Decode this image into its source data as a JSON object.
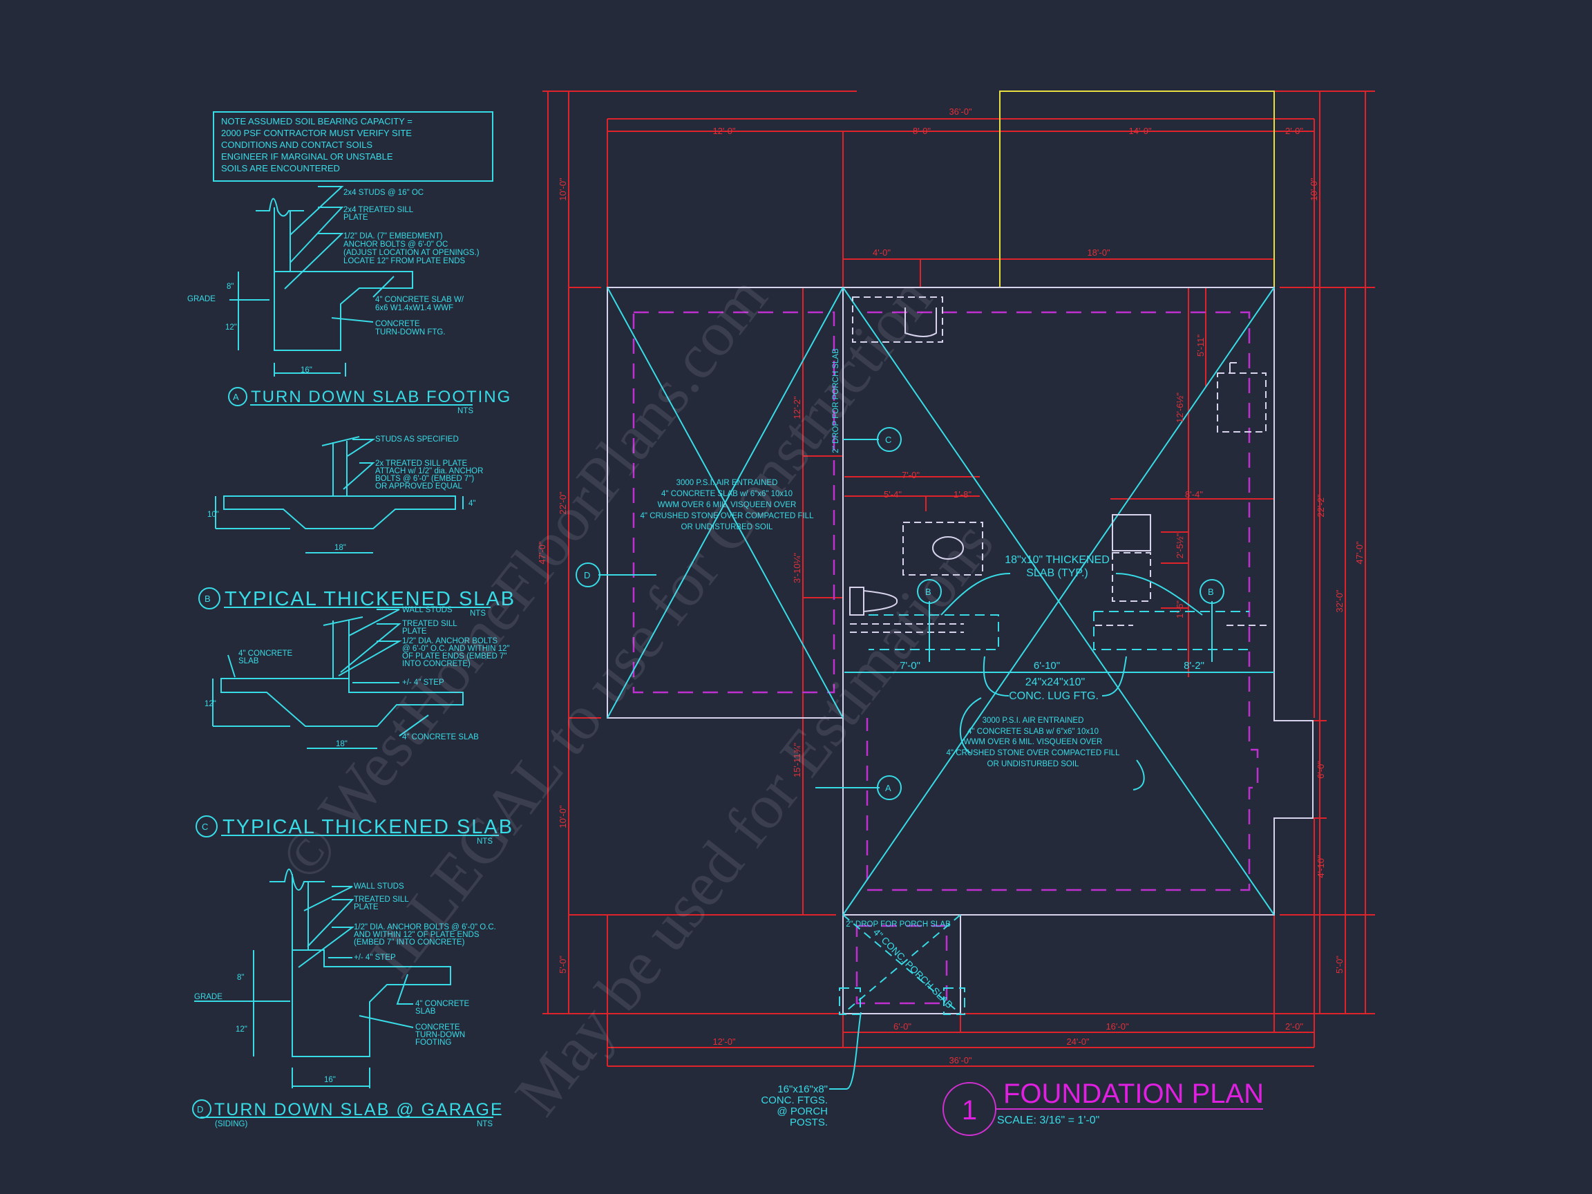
{
  "note": [
    "NOTE ASSUMED SOIL BEARING CAPACITY =",
    "2000 PSF CONTRACTOR MUST VERIFY SITE",
    "CONDITIONS AND CONTACT SOILS",
    "ENGINEER IF MARGINAL OR UNSTABLE",
    "SOILS ARE ENCOUNTERED"
  ],
  "detail_a": {
    "tag": "A",
    "title": "TURN DOWN SLAB FOOTING",
    "scale": "NTS",
    "studs": "2x4 STUDS @ 16\" OC",
    "sill": [
      "2x4 TREATED SILL",
      "PLATE"
    ],
    "bolts": [
      "1/2\" DIA. (7\" EMBEDMENT)",
      "ANCHOR BOLTS @ 6'-0\" OC",
      "(ADJUST LOCATION AT OPENINGS.)",
      "LOCATE 12\" FROM PLATE ENDS"
    ],
    "slab": [
      "4\" CONCRETE SLAB W/",
      "6x6 W1.4xW1.4 WWF"
    ],
    "footing": [
      "CONCRETE",
      "TURN-DOWN FTG."
    ],
    "grade": "GRADE",
    "dim_8": "8\"",
    "dim_12": "12\"",
    "dim_16": "16\""
  },
  "detail_b": {
    "tag": "B",
    "title": "TYPICAL THICKENED SLAB",
    "scale": "NTS",
    "studs": "STUDS AS SPECIFIED",
    "sill": [
      "2x  TREATED SILL PLATE",
      "ATTACH w/ 1/2\" dia. ANCHOR",
      "BOLTS @ 6'-0\" (EMBED 7\")",
      "OR APPROVED EQUAL"
    ],
    "dim_10": "10\"",
    "dim_4": "4\"",
    "dim_18": "18\""
  },
  "detail_c": {
    "tag": "C",
    "title": "TYPICAL THICKENED SLAB",
    "scale": "NTS",
    "studs": "WALL STUDS",
    "sill": [
      "TREATED SILL",
      "PLATE"
    ],
    "bolts": [
      "1/2\" DIA. ANCHOR BOLTS",
      "@ 6'-0\" O.C. AND WITHIN 12\"",
      "OF PLATE ENDS (EMBED 7\"",
      "INTO CONCRETE)"
    ],
    "step": "+/- 4\" STEP",
    "slab_left": [
      "4\" CONCRETE",
      "SLAB"
    ],
    "slab_right": "4\" CONCRETE SLAB",
    "dim_12": "12\"",
    "dim_18": "18\""
  },
  "detail_d": {
    "tag": "D",
    "title": "TURN DOWN SLAB @ GARAGE",
    "subtitle": "(SIDING)",
    "scale": "NTS",
    "studs": "WALL STUDS",
    "sill": [
      "TREATED SILL",
      "PLATE"
    ],
    "bolts": [
      "1/2\" DIA. ANCHOR BOLTS @ 6'-0\" O.C.",
      "AND WITHIN 12\" OF PLATE ENDS",
      "(EMBED 7\" INTO CONCRETE)"
    ],
    "step": "+/- 4\" STEP",
    "slab": [
      "4\" CONCRETE",
      "SLAB"
    ],
    "footing": [
      "CONCRETE",
      "TURN-DOWN",
      "FOOTING"
    ],
    "grade": "GRADE",
    "dim_8": "8\"",
    "dim_12": "12\"",
    "dim_16": "16\""
  },
  "plan": {
    "title": "FOUNDATION PLAN",
    "number": "1",
    "scale": "SCALE: 3/16\" = 1'-0\"",
    "slab_note": [
      "3000 P.S.I. AIR ENTRAINED",
      "4\" CONCRETE SLAB w/ 6\"x6\" 10x10",
      "WWM OVER 6 MIL. VISQUEEN OVER",
      "4\" CRUSHED STONE OVER COMPACTED FILL",
      "OR UNDISTURBED SOIL"
    ],
    "porch_drop": "2\" DROP FOR PORCH SLAB",
    "porch_slab": "4\" CONC. PORCH SLAB",
    "thickened": [
      "18\"x10\" THICKENED",
      "SLAB (TYP.)"
    ],
    "lug": [
      "24\"x24\"x10\"",
      "CONC. LUG FTG."
    ],
    "post_ftg": [
      "16\"x16\"x8\"",
      "CONC. FTGS.",
      "@ PORCH",
      "POSTS."
    ],
    "section_tags": {
      "a": "A",
      "b": "B",
      "c": "C",
      "d": "D"
    },
    "dims_top": {
      "overall": "36'-0\"",
      "d1": "12'-0\"",
      "d2": "8'-0\"",
      "d3": "14'-0\"",
      "d4": "2'-0\"",
      "d5": "4'-0\"",
      "d6": "18'-0\""
    },
    "dims_bottom": {
      "d1": "6'-0\"",
      "d2": "16'-0\"",
      "d3": "2'-0\"",
      "d4": "12'-0\"",
      "d5": "24'-0\"",
      "overall": "36'-0\""
    },
    "dims_left": {
      "overall": "47'-0\"",
      "d1": "10'-0\"",
      "d2": "22'-0\"",
      "d3": "10'-0\"",
      "d4": "5'-0\""
    },
    "dims_right": {
      "overall": "47'-0\"",
      "d32": "32'-0\"",
      "d1": "10'-0\"",
      "d2": "22'-2\"",
      "d3": "6'-0\"",
      "d4": "4'-10\"",
      "d5": "5'-0\""
    },
    "dims_interior": {
      "a": "12'-2\"",
      "b": "3'-10¼\"",
      "c": "15'-11¾\"",
      "d": "7'-0\"",
      "e": "5'-4\"",
      "f": "1'-8\"",
      "g": "8'-4\"",
      "h": "5'-11\"",
      "i": "12'-6½\"",
      "j": "2'-5½\"",
      "k": "1'-6\""
    },
    "dims_cyan": {
      "a": "7'-0\"",
      "b": "6'-10\"",
      "c": "8'-2\""
    }
  },
  "watermark": [
    "© WestHomeFloorPlans.com",
    "ILLEGAL to use for Construction",
    "May be used for Estimations"
  ],
  "colors": {
    "background": "#252a3b",
    "linework": "#38dce6",
    "dimensions": "#e0222a",
    "title": "#e020e0",
    "walls": "#d8d4ee"
  }
}
